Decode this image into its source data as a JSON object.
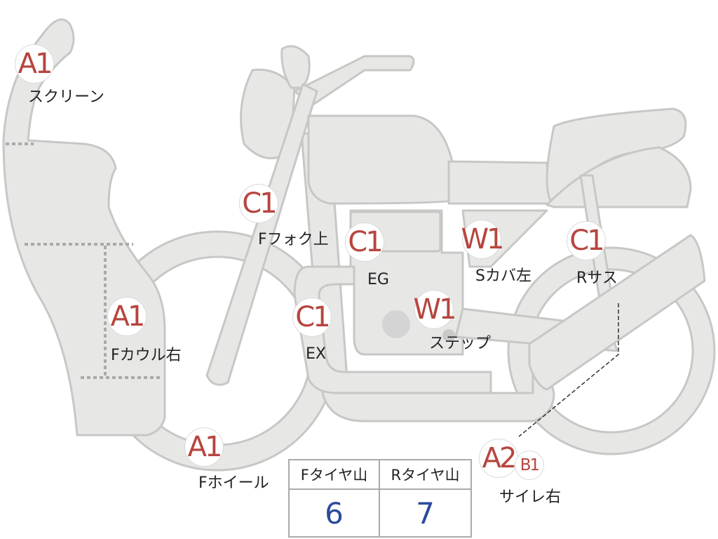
{
  "callouts": [
    {
      "id": "screen",
      "code": "A1",
      "label": "スクリーン"
    },
    {
      "id": "ffork",
      "code": "C1",
      "label": "Fフォク上"
    },
    {
      "id": "eg",
      "code": "C1",
      "label": "EG"
    },
    {
      "id": "scover",
      "code": "W1",
      "label": "Sカバ左"
    },
    {
      "id": "rsus",
      "code": "C1",
      "label": "Rサス"
    },
    {
      "id": "fcowl",
      "code": "A1",
      "label": "Fカウル右"
    },
    {
      "id": "ex",
      "code": "C1",
      "label": "EX"
    },
    {
      "id": "step",
      "code": "W1",
      "label": "ステップ"
    },
    {
      "id": "fwheel",
      "code": "A1",
      "label": "Fホイール"
    },
    {
      "id": "silencer",
      "code": "A2",
      "code2": "B1",
      "label": "サイレ右"
    }
  ],
  "tire_table": {
    "headers": [
      "Fタイヤ山",
      "Rタイヤ山"
    ],
    "values": [
      "6",
      "7"
    ]
  },
  "colors": {
    "part_fill": "#e7e8e6",
    "part_stroke": "#c6c8c6",
    "code_color": "#b7453f",
    "value_color": "#2b4a9c"
  }
}
